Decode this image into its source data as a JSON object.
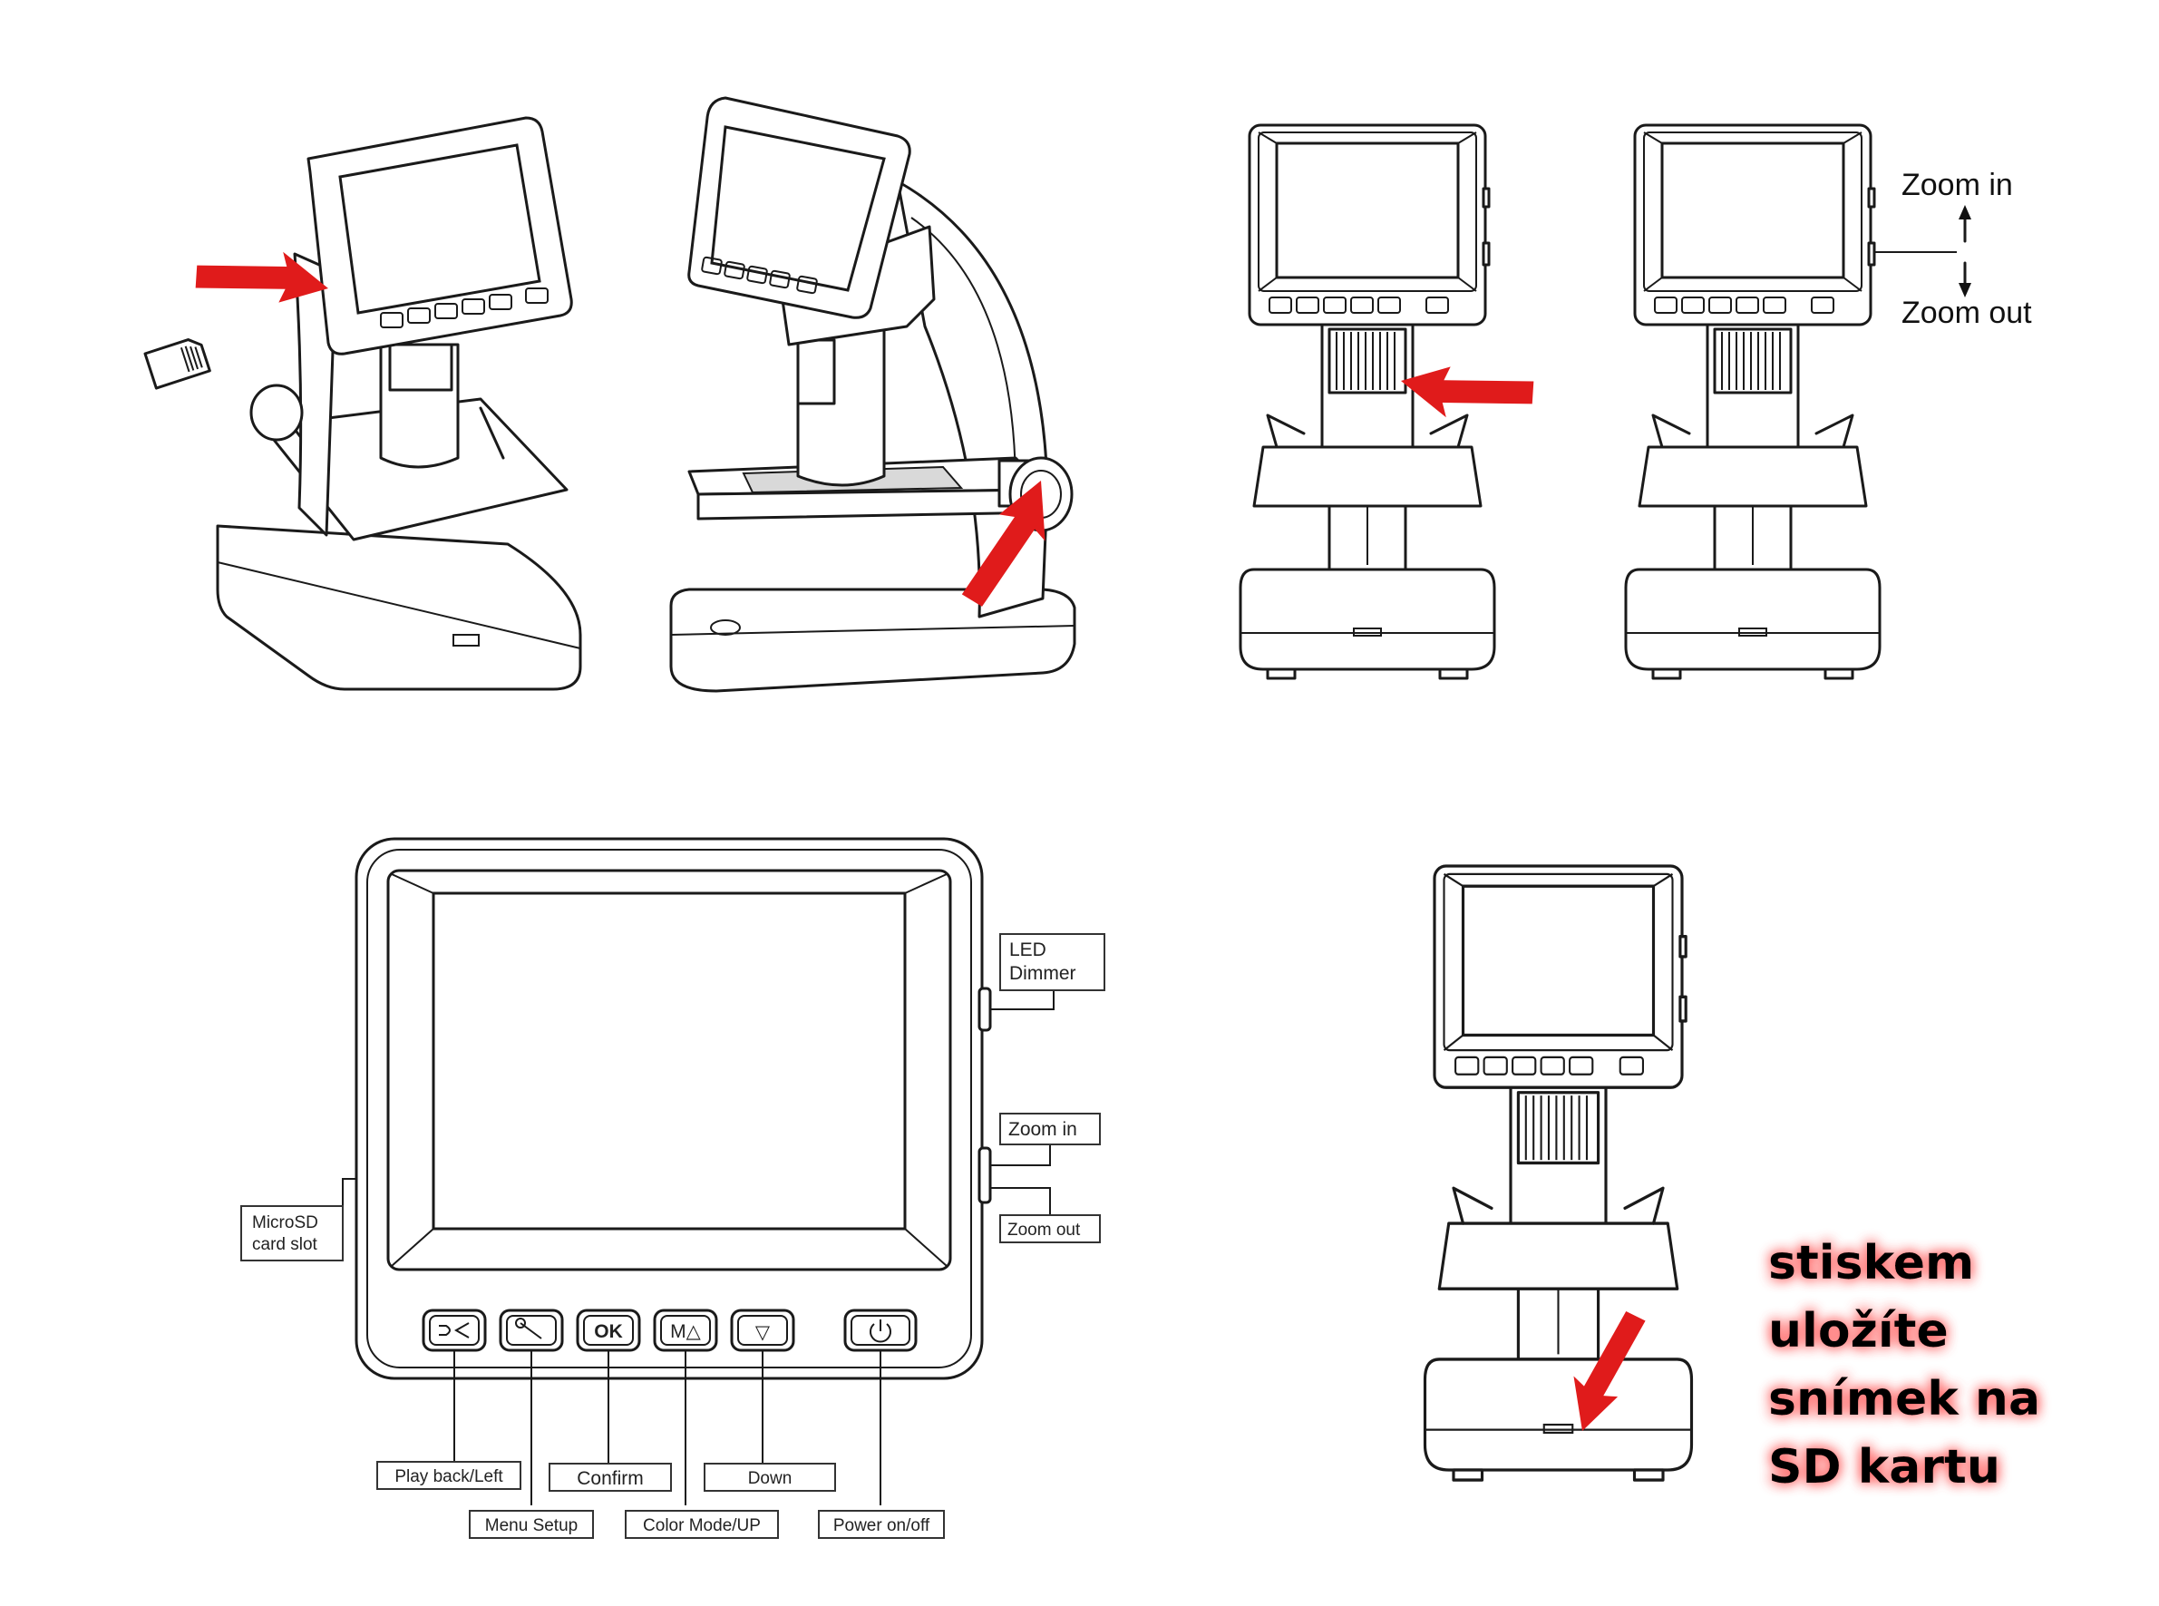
{
  "top_row": {
    "zoom_in": "Zoom in",
    "zoom_out": "Zoom out"
  },
  "front_panel": {
    "side_labels": {
      "led_dimmer_line1": "LED",
      "led_dimmer_line2": "Dimmer",
      "zoom_in": "Zoom in",
      "zoom_out": "Zoom out",
      "microsd_line1": "MicroSD",
      "microsd_line2": "card slot"
    },
    "buttons": {
      "play_back_left": "Play back/Left",
      "menu_setup": "Menu Setup",
      "confirm": "Confirm",
      "color_mode_up": "Color Mode/UP",
      "down": "Down",
      "power": "Power on/off"
    },
    "button_glyphs": {
      "ok": "OK",
      "mode": "M△",
      "down_arrow": "▽"
    }
  },
  "note": {
    "line1": "stiskem",
    "line2": "uložíte",
    "line3": "snímek na",
    "line4": "SD kartu",
    "glow_color": "#ff6b6b"
  },
  "colors": {
    "arrow": "#e01b1b",
    "line": "#1a1a1a"
  }
}
